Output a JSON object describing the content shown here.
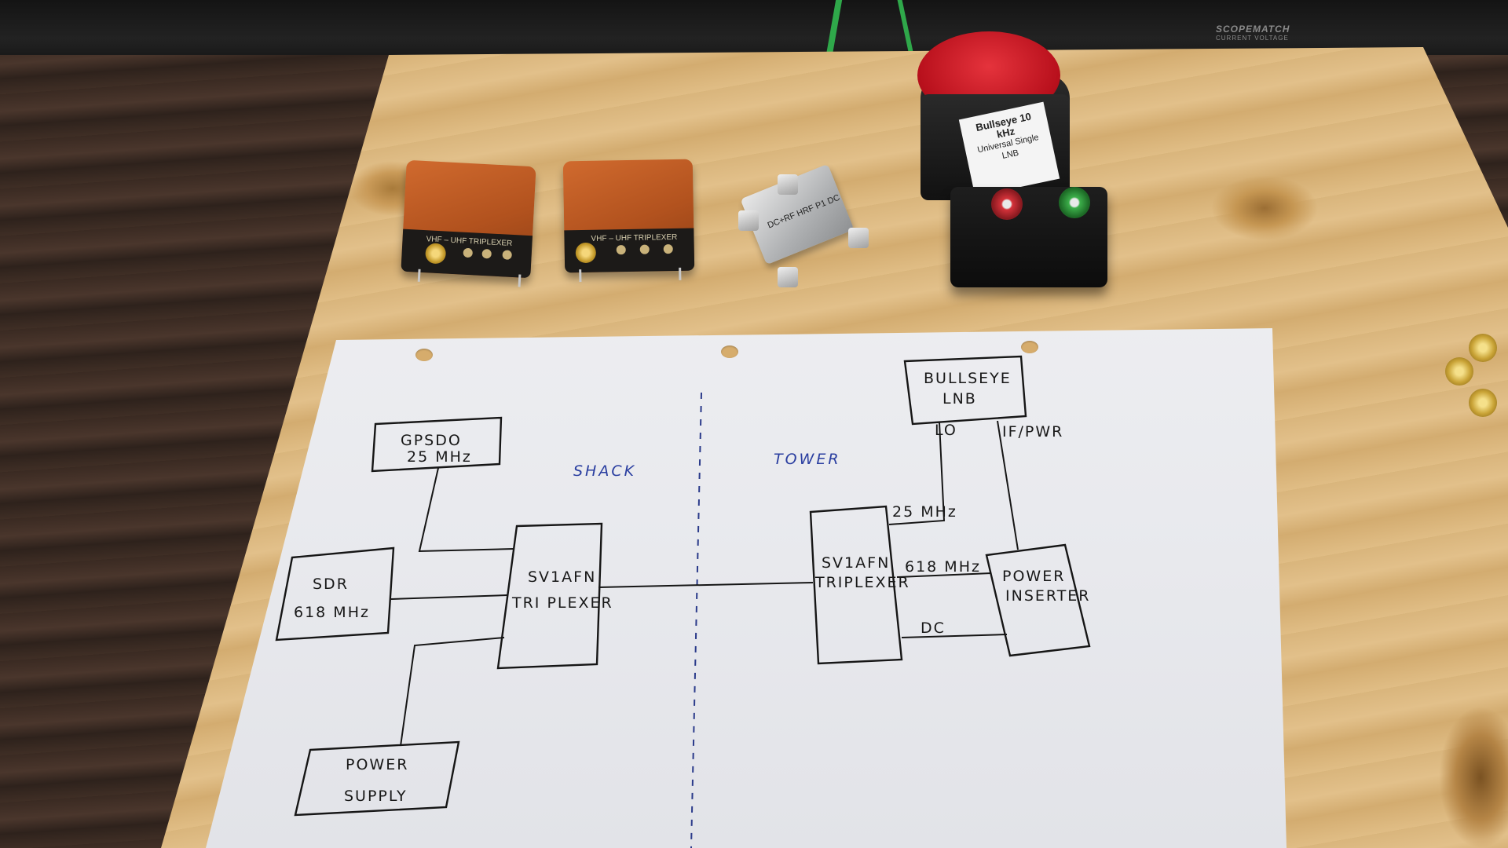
{
  "background": {
    "rack_label": "SCOPEMATCH",
    "rack_sub": "CURRENT   VOLTAGE"
  },
  "devices": {
    "triplexer_1_label": "VHF – UHF TRIPLEXER",
    "triplexer_2_label": "VHF – UHF TRIPLEXER",
    "splitter_label": "DC+RF  HRF P1  DC",
    "lnb_label_line1": "Bullseye 10 kHz",
    "lnb_label_line2": "Universal Single LNB"
  },
  "diagram": {
    "section_left": "SHACK",
    "section_right": "TOWER",
    "gpsdo_line1": "GPSDO",
    "gpsdo_line2": "25 MHz",
    "sdr_line1": "SDR",
    "sdr_line2": "618 MHz",
    "triplexer_left_line1": "SV1AFN",
    "triplexer_left_line2": "TRI PLEXER",
    "power_supply_line1": "POWER",
    "power_supply_line2": "SUPPLY",
    "bullseye_line1": "BULLSEYE",
    "bullseye_line2": "LNB",
    "lo_label": "LO",
    "if_pwr_label": "IF/PWR",
    "mhz25_label": "25 MHz",
    "mhz618_label": "618 MHz",
    "dc_label": "DC",
    "triplexer_right_line1": "SV1AFN",
    "triplexer_right_line2": "TRIPLEXER",
    "power_inserter_line1": "POWER",
    "power_inserter_line2": "INSERTER"
  },
  "colors": {
    "ink": "#161616",
    "blue_ink": "#2a3ea0",
    "paper": "#eeeff2",
    "wood": "#dcb67c"
  }
}
